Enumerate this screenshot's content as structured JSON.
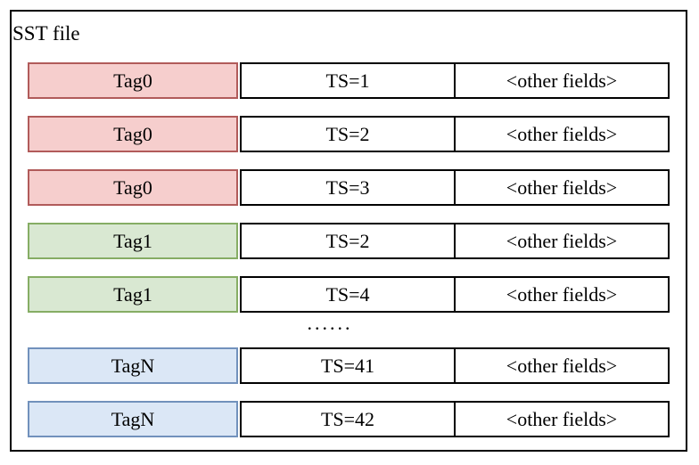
{
  "diagram": {
    "title": "SST file",
    "ellipsis": "......",
    "colors": {
      "red": {
        "fill": "#f6cecd",
        "border": "#b15b5a"
      },
      "green": {
        "fill": "#d9e8d2",
        "border": "#86ad64"
      },
      "blue": {
        "fill": "#dbe7f6",
        "border": "#7191bc"
      },
      "cell_border": "#000000"
    },
    "rows": [
      {
        "tag": "Tag0",
        "ts": "TS=1",
        "other": "<other fields>",
        "color": "red"
      },
      {
        "tag": "Tag0",
        "ts": "TS=2",
        "other": "<other fields>",
        "color": "red"
      },
      {
        "tag": "Tag0",
        "ts": "TS=3",
        "other": "<other fields>",
        "color": "red"
      },
      {
        "tag": "Tag1",
        "ts": "TS=2",
        "other": "<other fields>",
        "color": "green"
      },
      {
        "tag": "Tag1",
        "ts": "TS=4",
        "other": "<other fields>",
        "color": "green"
      },
      {
        "tag": "TagN",
        "ts": "TS=41",
        "other": "<other fields>",
        "color": "blue"
      },
      {
        "tag": "TagN",
        "ts": "TS=42",
        "other": "<other fields>",
        "color": "blue"
      }
    ]
  }
}
